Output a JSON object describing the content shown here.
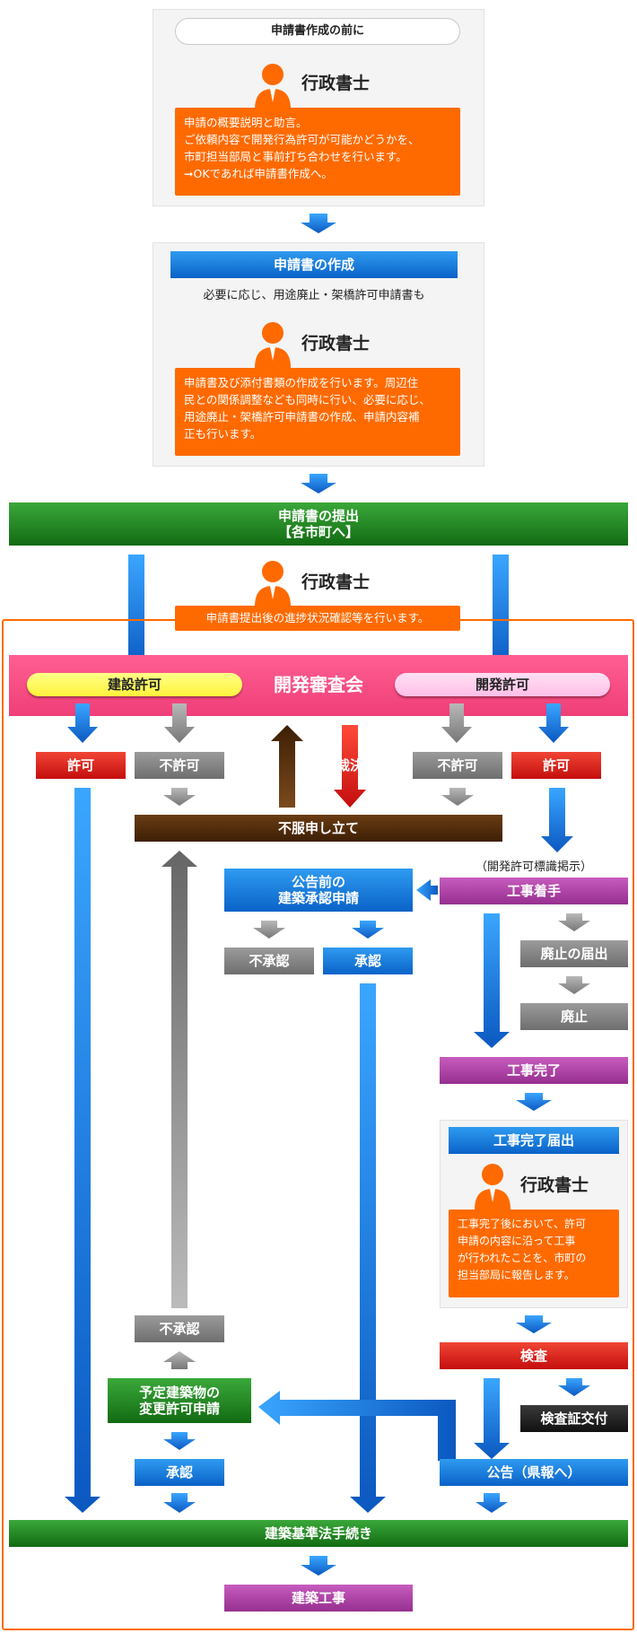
{
  "top": {
    "pill": "申請書作成の前に",
    "person": "行政書士",
    "note_lines": [
      "申請の概要説明と助言。",
      "ご依頼内容で開発行為許可が可能かどうかを、",
      "市町担当部局と事前打ち合わせを行います。",
      "➞OKであれば申請書作成へ。"
    ]
  },
  "prep": {
    "title": "申請書の作成",
    "subtitle": "必要に応じ、用途廃止・架橋許可申請書も",
    "person": "行政書士",
    "note_lines": [
      "申請書及び添付書類の作成を行います。周辺住",
      "民との関係調整なども同時に行い、必要に応じ、",
      "用途廃止・架橋許可申請書の作成、申請内容補",
      "正も行います。"
    ]
  },
  "submit": {
    "line1": "申請書の提出",
    "line2": "【各市町へ】"
  },
  "progress": {
    "person": "行政書士",
    "note": "申請書提出後の進捗状況確認等を行います。"
  },
  "council": {
    "left": "建設許可",
    "center": "開発審査会",
    "right": "開発許可"
  },
  "labels": {
    "permit": "許可",
    "deny": "不許可",
    "ruling": "裁決",
    "appeal": "不服申し立て",
    "sign_note": "（開発許可標識掲示）",
    "pre_notice_1": "公告前の",
    "pre_notice_2": "建築承認申請",
    "construction_start": "工事着手",
    "disapproval": "不承認",
    "approval": "承認",
    "abolish_notice": "廃止の届出",
    "abolish": "廃止",
    "completion": "工事完了",
    "completion_report": "工事完了届出",
    "inspection": "検査",
    "certificate": "検査証交付",
    "change_1": "予定建築物の",
    "change_2": "変更許可申請",
    "public_notice": "公告（県報へ）",
    "building_law": "建築基準法手続き",
    "building_work": "建築工事"
  },
  "completion_person": {
    "person": "行政書士",
    "note_lines": [
      "工事完了後において、許可",
      "申請の内容に沿って工事",
      "が行われたことを、市町の",
      "担当部局に報告します。"
    ]
  },
  "colors": {
    "orange": "#ff6a00",
    "blue": "#0a62c8",
    "green": "#126b12",
    "red": "#c40e0e",
    "gray": "#6e6e6e",
    "brown": "#3d1f05",
    "magenta": "#962f8f",
    "pink": "#ef3e78",
    "yellow_capsule": "#ffff66",
    "pink_capsule": "#ffccee"
  },
  "icons": {
    "person": "person-icon",
    "arrow": "arrow-down-icon"
  }
}
